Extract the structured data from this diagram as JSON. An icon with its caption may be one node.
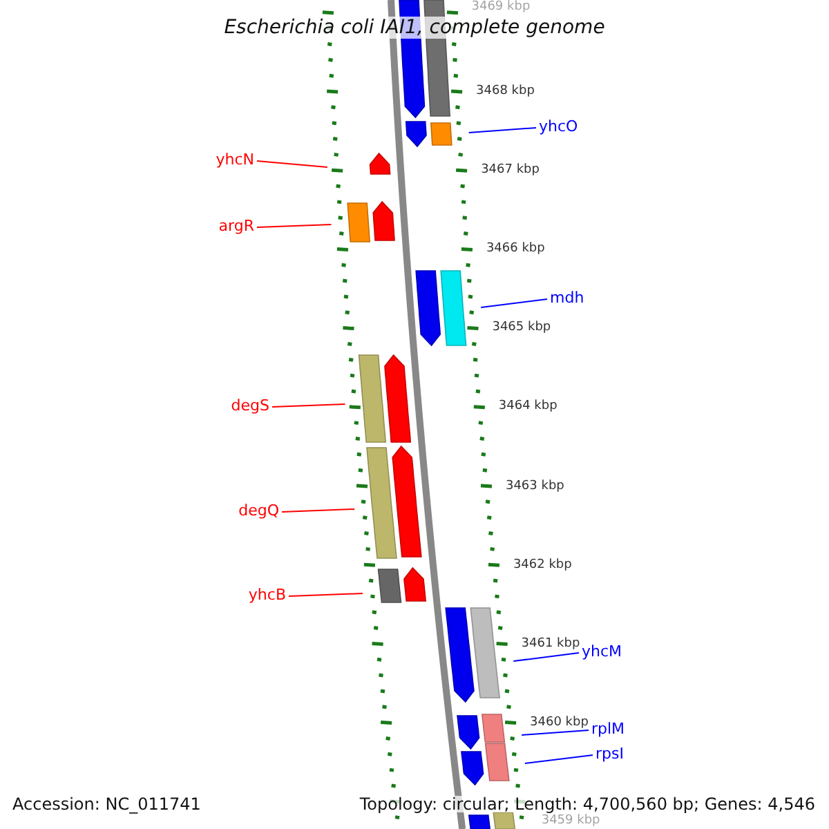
{
  "diagram": {
    "title": "Escherichia coli IAI1, complete genome",
    "nodes": [
      {
        "text": [
          "yhcO"
        ]
      },
      {
        "text": [
          "yhcN"
        ]
      },
      {
        "text": [
          "argR"
        ]
      },
      {
        "text": [
          "mdh"
        ]
      },
      {
        "text": [
          "degS"
        ]
      },
      {
        "text": [
          "degQ"
        ]
      },
      {
        "text": [
          "yhcB"
        ]
      },
      {
        "text": [
          "yhcM"
        ]
      },
      {
        "text": [
          "rplM"
        ]
      },
      {
        "text": [
          "rpsI"
        ]
      }
    ],
    "edges": [
      {
        "from": 0,
        "to": null,
        "arrow": "none",
        "color": "#0000ff"
      },
      {
        "from": 1,
        "to": null,
        "arrow": "none",
        "color": "#ff0000"
      },
      {
        "from": 2,
        "to": null,
        "arrow": "none",
        "color": "#ff0000"
      },
      {
        "from": 3,
        "to": null,
        "arrow": "none",
        "color": "#0000ff"
      },
      {
        "from": 4,
        "to": null,
        "arrow": "none",
        "color": "#ff0000"
      },
      {
        "from": 5,
        "to": null,
        "arrow": "none",
        "color": "#ff0000"
      },
      {
        "from": 6,
        "to": null,
        "arrow": "none",
        "color": "#ff0000"
      },
      {
        "from": 7,
        "to": null,
        "arrow": "none",
        "color": "#0000ff"
      },
      {
        "from": 8,
        "to": null,
        "arrow": "none",
        "color": "#0000ff"
      },
      {
        "from": 9,
        "to": null,
        "arrow": "none",
        "color": "#0000ff"
      }
    ],
    "labels": [
      "3469 kbp",
      "3468 kbp",
      "3467 kbp",
      "3466 kbp",
      "3465 kbp",
      "3464 kbp",
      "3463 kbp",
      "3462 kbp",
      "3461 kbp",
      "3460 kbp",
      "3459 kbp",
      "Accession: NC_011741",
      "Topology: circular; Length: 4,700,560 bp; Genes: 4,546"
    ]
  }
}
